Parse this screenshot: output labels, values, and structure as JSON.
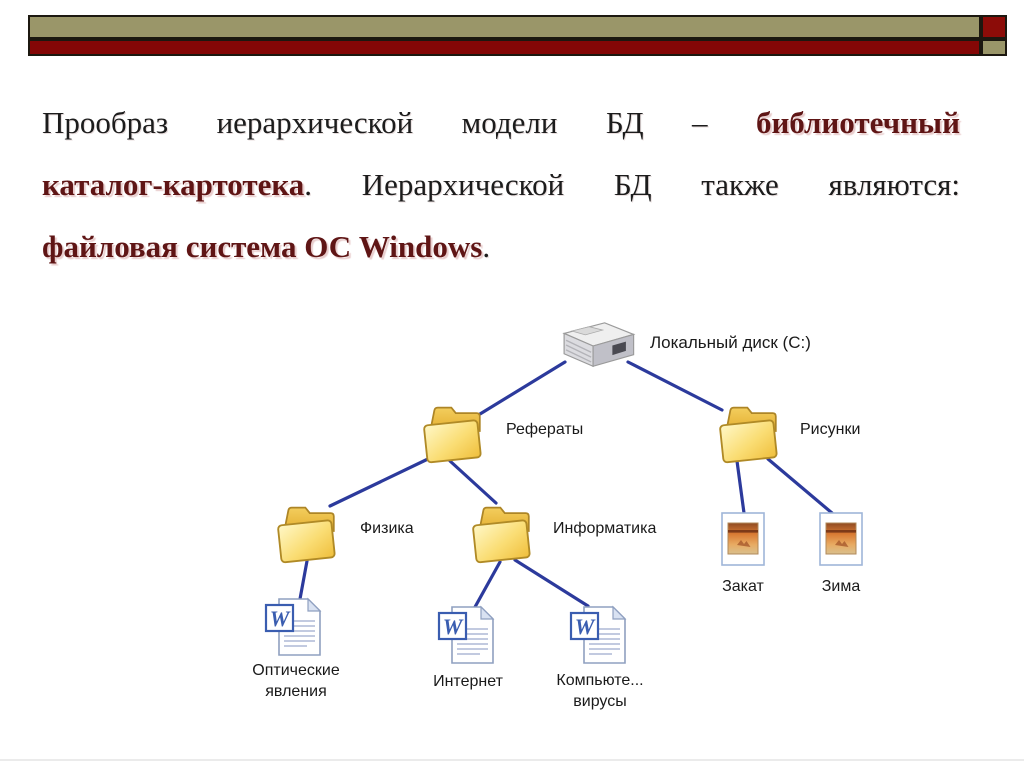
{
  "slide": {
    "decor": {
      "olive_color": "#9a9669",
      "maroon_color": "#8c0c08",
      "border_color": "#1c1810"
    },
    "paragraph": {
      "normal_color": "#1c1c1c",
      "accent_color": "#5f1515",
      "lines": [
        {
          "segments": [
            {
              "text": "Прообраз иерархической модели БД – ",
              "style": "normal"
            },
            {
              "text": "библиотечный",
              "style": "bold-maroon"
            }
          ]
        },
        {
          "segments": [
            {
              "text": "каталог-картотека",
              "style": "bold-maroon"
            },
            {
              "text": ". Иерархической БД также являются:",
              "style": "normal"
            }
          ]
        },
        {
          "segments": [
            {
              "text": "файловая система ОС Windows",
              "style": "bold-maroon"
            },
            {
              "text": ".",
              "style": "normal"
            }
          ]
        }
      ]
    },
    "diagram": {
      "line_color": "#2c3a9c",
      "nodes": {
        "disk": {
          "type": "disk-drive",
          "label": "Локальный диск (C:)"
        },
        "referaty": {
          "type": "folder",
          "label": "Рефераты"
        },
        "risunki": {
          "type": "folder",
          "label": "Рисунки"
        },
        "fizika": {
          "type": "folder",
          "label": "Физика"
        },
        "informatika": {
          "type": "folder",
          "label": "Информатика"
        },
        "zakat": {
          "type": "image-file",
          "label": "Закат"
        },
        "zima": {
          "type": "image-file",
          "label": "Зима"
        },
        "optics": {
          "type": "word-doc",
          "label_line1": "Оптические",
          "label_line2": "явления"
        },
        "internet": {
          "type": "word-doc",
          "label": "Интернет"
        },
        "viruses": {
          "type": "word-doc",
          "label_line1": "Компьюте...",
          "label_line2": "вирусы"
        }
      },
      "edges": [
        [
          "disk",
          "referaty"
        ],
        [
          "disk",
          "risunki"
        ],
        [
          "referaty",
          "fizika"
        ],
        [
          "referaty",
          "informatika"
        ],
        [
          "risunki",
          "zakat"
        ],
        [
          "risunki",
          "zima"
        ],
        [
          "fizika",
          "optics"
        ],
        [
          "informatika",
          "internet"
        ],
        [
          "informatika",
          "viruses"
        ]
      ]
    }
  }
}
